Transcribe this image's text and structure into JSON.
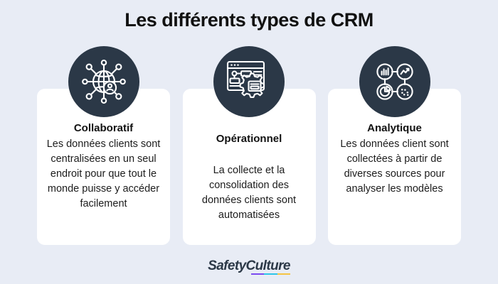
{
  "page": {
    "title": "Les différents types de CRM",
    "background_color": "#e8ecf5",
    "accent_dark": "#2b3847"
  },
  "cards": [
    {
      "icon_name": "global-network-user-icon",
      "title": "Collaboratif",
      "body": "Les données clients sont centralisées en un seul endroit pour que tout le monde puisse y accéder facilement"
    },
    {
      "icon_name": "dashboard-gear-automation-icon",
      "title": "Opérationnel",
      "body": "La collecte et la consolidation des données clients sont automatisées"
    },
    {
      "icon_name": "analytics-charts-network-icon",
      "title": "Analytique",
      "body": "Les données client sont collectées à partir de diverses sources pour analyser les modèles"
    }
  ],
  "footer": {
    "logo_text": "SafetyCulture",
    "logo_text_color": "#2b3847",
    "underline_colors": [
      "#7b4bf0",
      "#2ec5e8",
      "#f5c343"
    ]
  }
}
